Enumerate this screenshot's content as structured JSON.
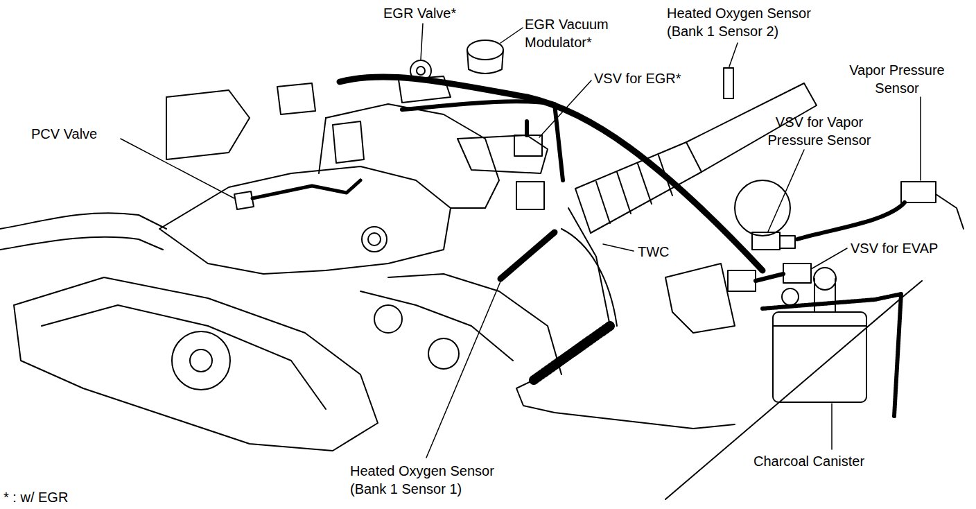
{
  "diagram": {
    "labels": [
      "EGR Valve*",
      "EGR Vacuum Modulator*",
      "Heated Oxygen Sensor (Bank 1 Sensor 2)",
      "Vapor Pressure Sensor",
      "VSV for EGR*",
      "VSV for Vapor Pressure Sensor",
      "PCV Valve",
      "TWC",
      "VSV for EVAP",
      "Charcoal Canister",
      "Heated Oxygen Sensor (Bank 1 Sensor 1)",
      "* : w/ EGR"
    ]
  }
}
